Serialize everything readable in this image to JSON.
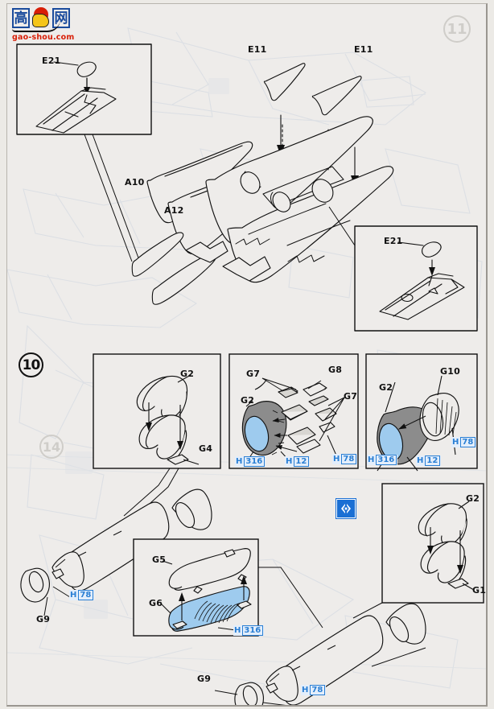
{
  "document": {
    "type": "model-kit-instruction-sheet",
    "step_number": "10",
    "page_watermarks": [
      "11",
      "14"
    ]
  },
  "logo": {
    "char_left": "高",
    "char_right": "网",
    "url": "gao-shou.com"
  },
  "main_assembly": {
    "labels": [
      {
        "id": "e11-left",
        "text": "E11"
      },
      {
        "id": "e11-right",
        "text": "E11"
      },
      {
        "id": "a10",
        "text": "A10"
      },
      {
        "id": "a12",
        "text": "A12"
      }
    ]
  },
  "inset_top_left": {
    "label": "E21"
  },
  "inset_top_right": {
    "label": "E21"
  },
  "panel_g2_g4": {
    "labels": [
      {
        "id": "g2",
        "text": "G2"
      },
      {
        "id": "g4",
        "text": "G4"
      }
    ]
  },
  "panel_exhaust_detail": {
    "labels": [
      {
        "id": "g7-upper",
        "text": "G7"
      },
      {
        "id": "g8",
        "text": "G8"
      },
      {
        "id": "g2",
        "text": "G2"
      },
      {
        "id": "g7-right",
        "text": "G7"
      }
    ],
    "paints": [
      {
        "id": "p1",
        "prefix": "H",
        "code": "316"
      },
      {
        "id": "p2",
        "prefix": "H",
        "code": "12"
      },
      {
        "id": "p3",
        "prefix": "H",
        "code": "78"
      }
    ]
  },
  "panel_nozzle": {
    "labels": [
      {
        "id": "g2",
        "text": "G2"
      },
      {
        "id": "g10",
        "text": "G10"
      }
    ],
    "paints": [
      {
        "id": "p1",
        "prefix": "H",
        "code": "316"
      },
      {
        "id": "p2",
        "prefix": "H",
        "code": "12"
      },
      {
        "id": "p3",
        "prefix": "H",
        "code": "78"
      }
    ]
  },
  "panel_g5_g6": {
    "labels": [
      {
        "id": "g5",
        "text": "G5"
      },
      {
        "id": "g6",
        "text": "G6"
      }
    ],
    "paints": [
      {
        "id": "p1",
        "prefix": "H",
        "code": "316"
      }
    ]
  },
  "panel_g2_g1": {
    "labels": [
      {
        "id": "g2",
        "text": "G2"
      },
      {
        "id": "g1",
        "text": "G1"
      }
    ]
  },
  "engine_upper": {
    "labels": [
      {
        "id": "g9",
        "text": "G9"
      }
    ],
    "paints": [
      {
        "id": "p1",
        "prefix": "H",
        "code": "78"
      }
    ]
  },
  "engine_lower": {
    "labels": [
      {
        "id": "g9",
        "text": "G9"
      }
    ],
    "paints": [
      {
        "id": "p1",
        "prefix": "H",
        "code": "78"
      }
    ]
  },
  "mirror_icon": {
    "name": "mirror-both-sides-icon"
  },
  "colors": {
    "paper": "#eeecea",
    "ink": "#111111",
    "paint_blue": "#2a7fd4",
    "part_fill_blue": "#9ecbee",
    "part_fill_grey": "#8c8c8c",
    "ghost_blue": "#b9c6d8"
  }
}
